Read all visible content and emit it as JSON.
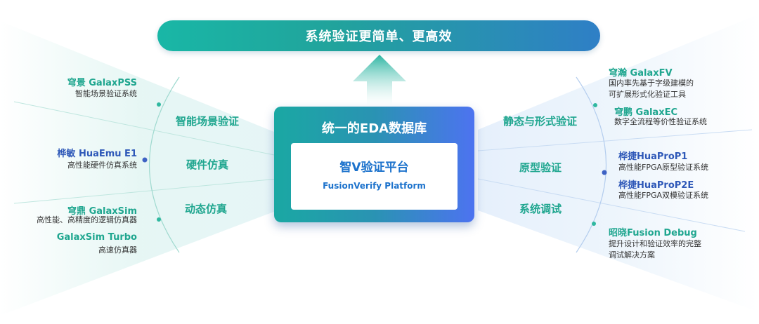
{
  "banner": {
    "text": "系统验证更简单、更高效"
  },
  "core": {
    "title": "统一的EDA数据库",
    "inner_title": "智V验证平台",
    "inner_subtitle": "FusionVerify Platform"
  },
  "left_categories": [
    "智能场景验证",
    "硬件仿真",
    "动态仿真"
  ],
  "right_categories": [
    "静态与形式验证",
    "原型验证",
    "系统调试"
  ],
  "left_products": [
    {
      "name": "穹景 GalaxPSS",
      "desc": [
        "智能场景验证系统"
      ],
      "color": "#1fa68f"
    },
    {
      "name": "桦敏 HuaEmu E1",
      "desc": [
        "高性能硬件仿真系统"
      ],
      "color": "#2e58b8"
    },
    {
      "name": "穹鼎 GalaxSim",
      "desc": [
        "高性能、高精度的逻辑仿真器"
      ],
      "color": "#1fa68f"
    },
    {
      "name": "GalaxSim Turbo",
      "desc": [
        "高速仿真器"
      ],
      "color": "#1fa68f"
    }
  ],
  "right_products": [
    {
      "name": "穹瀚 GalaxFV",
      "desc": [
        "国内率先基于字级建模的",
        "可扩展形式化验证工具"
      ],
      "color": "#1fa68f"
    },
    {
      "name": "穹鹏 GalaxEC",
      "desc": [
        "数字全流程等价性验证系统"
      ],
      "color": "#1fa68f"
    },
    {
      "name": "桦捷HuaProP1",
      "desc": [
        "高性能FPGA原型验证系统"
      ],
      "color": "#2e58b8"
    },
    {
      "name": "桦捷HuaProP2E",
      "desc": [
        "高性能FPGA双模验证系统"
      ],
      "color": "#2e58b8"
    },
    {
      "name": "昭晓Fusion Debug",
      "desc": [
        "提升设计和验证效率的完整",
        "调试解决方案"
      ],
      "color": "#1fa68f"
    }
  ],
  "colors": {
    "teal": "#1fa68f",
    "blue": "#2e58b8",
    "accent": "#4d73f0"
  }
}
